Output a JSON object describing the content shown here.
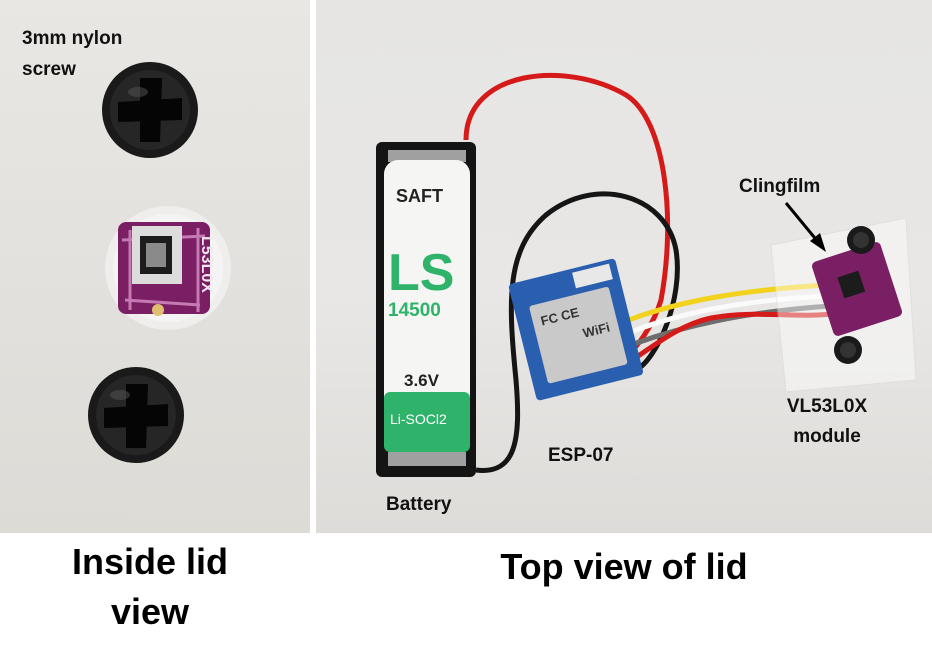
{
  "left_panel": {
    "labels": {
      "screw_line1": "3mm nylon",
      "screw_line2": "screw"
    },
    "pcb_text": "L53L0X"
  },
  "right_panel": {
    "labels": {
      "clingfilm": "Clingfilm",
      "vl53_line1": "VL53L0X",
      "vl53_line2": "module",
      "esp": "ESP-07",
      "battery": "Battery"
    },
    "battery_print": {
      "brand": "SAFT",
      "model_letters": "LS",
      "model_number": "14500",
      "voltage": "3.6V",
      "chemistry": "Li-SOCl2"
    },
    "esp_print": {
      "wifi": "WiFi",
      "fcc": "FC CE"
    }
  },
  "captions": {
    "left_line1": "Inside lid",
    "left_line2": "view",
    "right": "Top view of lid"
  },
  "colors": {
    "pcb_purple": "#7a1f63",
    "esp_blue": "#2a5fb0",
    "battery_green": "#2fb36b",
    "wire_red": "#d51a1a",
    "wire_black": "#151515",
    "wire_yellow": "#f2d21c"
  }
}
